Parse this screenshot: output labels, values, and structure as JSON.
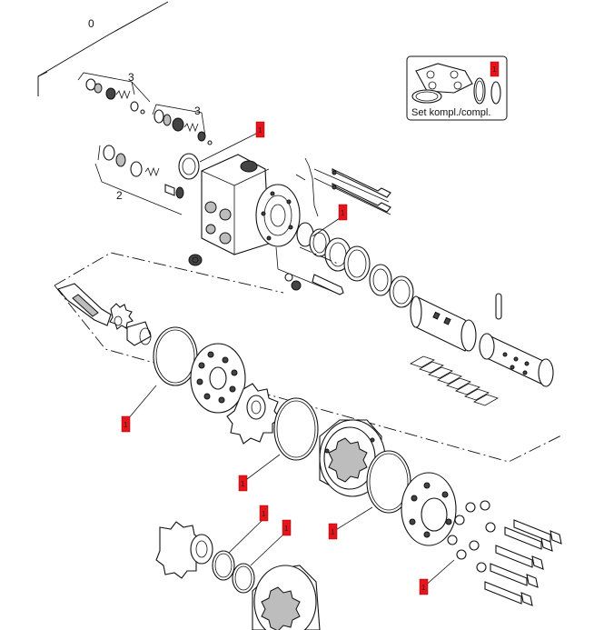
{
  "callouts": {
    "assembly_0": "0",
    "valve_group_a": "3",
    "valve_group_b": "3",
    "valve_group_c": "2"
  },
  "set_box": {
    "label": "Set kompl./compl.",
    "marker": "1"
  },
  "markers": {
    "housing_seal": "1",
    "spool_ring": "1",
    "o_ring_left": "1",
    "o_ring_gerotor": "1",
    "o_ring_lower": "1",
    "end_cap_seal": "1",
    "lower_ring_a": "1",
    "lower_ring_b": "1"
  },
  "colors": {
    "marker_fill": "#e8141c",
    "line": "#111111"
  }
}
